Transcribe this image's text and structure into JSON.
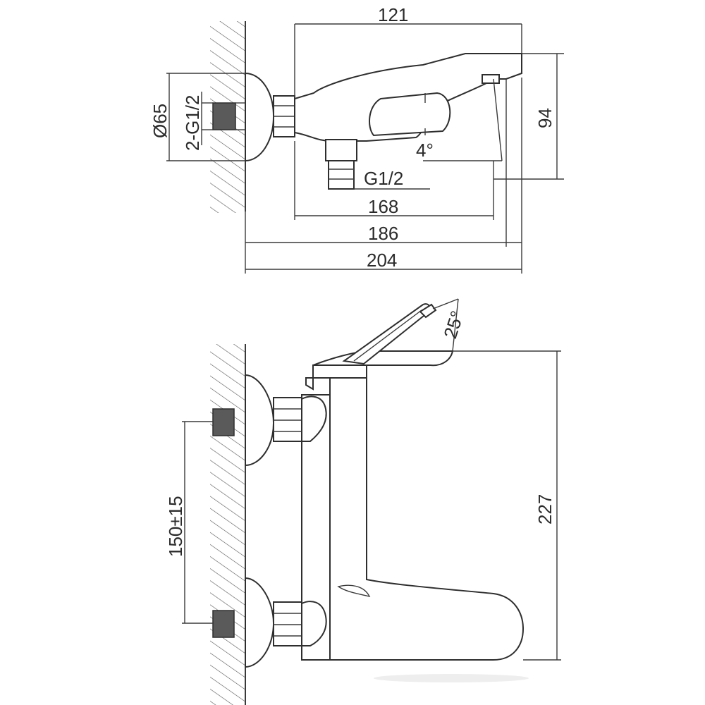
{
  "top_view": {
    "dim_121": "121",
    "dim_94": "94",
    "dim_168": "168",
    "dim_186": "186",
    "dim_204": "204",
    "dim_d65": "Ø65",
    "dim_2g12": "2-G1/2",
    "dim_g12": "G1/2",
    "angle_4": "4°"
  },
  "side_view": {
    "angle_25": "25°",
    "dim_227": "227",
    "dim_150": "150±15"
  },
  "colors": {
    "line": "#3a3a3a",
    "fill_dark": "#5a5a5a",
    "background": "#ffffff"
  }
}
